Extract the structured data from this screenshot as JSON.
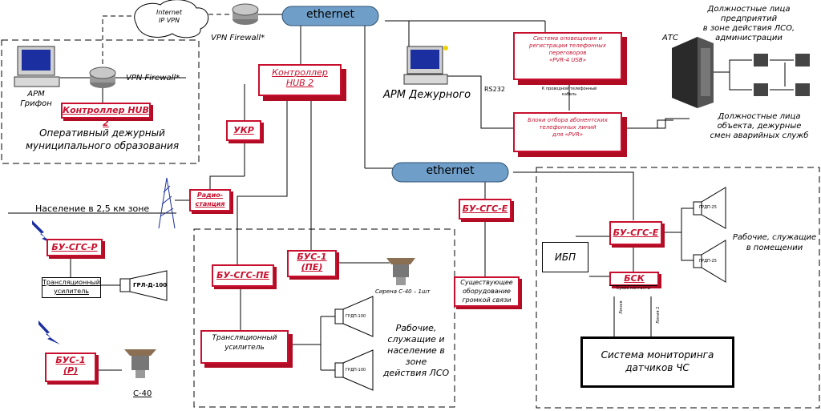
{
  "ethernet_top": "ethernet",
  "ethernet_mid": "ethernet",
  "internet": "Internet\nIP VPN",
  "vpn_firewall_top": "VPN Firewall*",
  "vpn_firewall_left": "VPN Firewall*",
  "arm_grifon": "АРМ\nГрифон",
  "controller_hub_left": "Контроллер HUB 2",
  "operational_duty": "Оперативный дежурный\nмуниципального образования",
  "controller_hub_top": "Контроллер\nHUB 2",
  "ukr": "УКР",
  "radio_station": "Радио-\nстанция",
  "population": "Население в 2,5 км зоне",
  "bu_sgs_r": "БУ-СГС-Р",
  "translation_amp_left": "Трансляционный\nусилитель",
  "grl_100": "ГРЛ-Д-100",
  "bus1_r": "БУС-1\n(Р)",
  "c40": "С-40",
  "arm_duty": "АРМ Дежурного",
  "rs232": "RS232",
  "notify_system": "Система оповещения и\nрегистрации телефонных\nпереговоров\n«PVR-4 USB»",
  "phone_cable": "К проводной телефонный\nкабель",
  "subscriber_blocks": "Блоки отбора абонентских\nтелефонных линий\nдля «PVR»",
  "ats": "АТС",
  "officials_top": "Должностные лица предприятий\nв зоне действия ЛСО,\nадминистрации",
  "officials_bottom": "Должностные лица\nобъекта, дежурные\nсмен аварийных служб",
  "bus1_pe": "БУС-1\n(ПЕ)",
  "siren": "Сирена С-40 – 1шт",
  "bu_sgs_pe": "БУ-СГС-ПЕ",
  "translation_amp_mid": "Трансляционный\nусилитель",
  "grdp_100_a": "ГРДП-100",
  "grdp_100_b": "ГРДП-100",
  "workers_lso": "Рабочие,\nслужащие и\nнаселение в зоне\nдействия ЛСО",
  "bu_sgs_e_mid": "БУ-СГС-Е",
  "existing_equipment": "Существующее\nоборудование\nгромкой связи",
  "bu_sgs_e_right": "БУ-СГС-Е",
  "ibp": "ИБП",
  "bsk": "БСК",
  "bsk_sub": "Сухие контакты",
  "grdp_25_a": "ГРДП-25",
  "grdp_25_b": "ГРДП-25",
  "workers_room": "Рабочие, служащие\nв помещении",
  "wire_label_a": "Линия",
  "wire_label_b": "Линия 2",
  "monitoring": "Система мониторинга\nдатчиков ЧС",
  "colors": {
    "accent": "#c8102e",
    "ethernet": "#6f9fc9"
  }
}
